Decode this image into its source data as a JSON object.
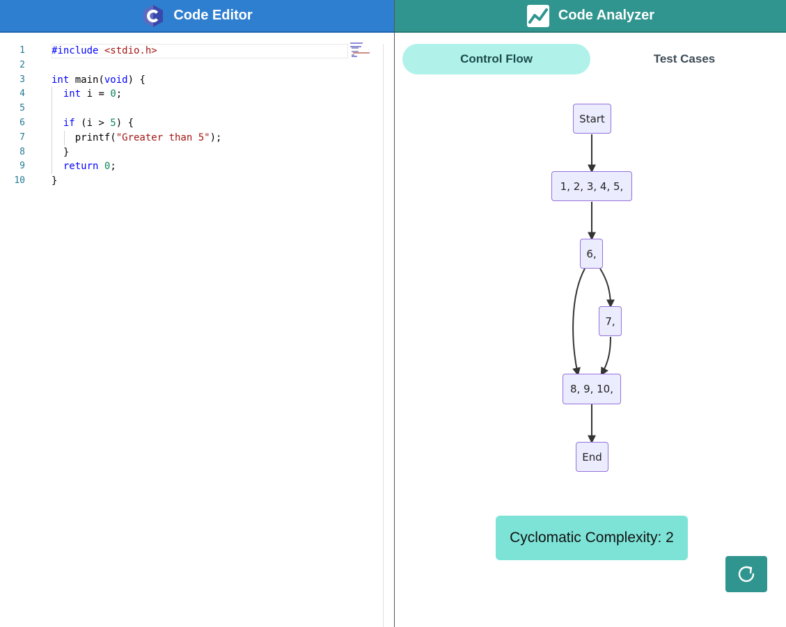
{
  "editor": {
    "title": "Code Editor",
    "logo_icon": "c-language-icon",
    "line_numbers": [
      "1",
      "2",
      "3",
      "4",
      "5",
      "6",
      "7",
      "8",
      "9",
      "10"
    ]
  },
  "analyzer": {
    "title": "Code Analyzer",
    "logo_icon": "chart-line-icon",
    "tabs": [
      {
        "label": "Control Flow",
        "active": true
      },
      {
        "label": "Test Cases",
        "active": false
      }
    ],
    "graph_nodes": {
      "start": "Start",
      "n1": "1, 2, 3, 4, 5,",
      "n6": "6,",
      "n7": "7,",
      "n8": "8, 9, 10,",
      "end": "End"
    },
    "complexity_label": "Cyclomatic Complexity: 2",
    "refresh_icon": "refresh-icon"
  },
  "colors": {
    "editor_header": "#2f7fd1",
    "analyzer_header": "#31958f",
    "active_tab": "#b0f2ea",
    "complexity_bg": "#7de3d7",
    "node_fill": "#ececff",
    "node_border": "#9370db"
  }
}
